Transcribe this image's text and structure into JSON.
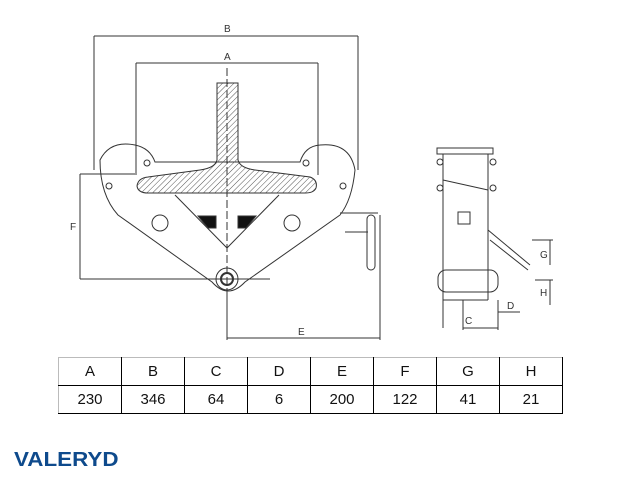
{
  "drawing": {
    "labels": {
      "A": "A",
      "B": "B",
      "C": "C",
      "D": "D",
      "E": "E",
      "F": "F",
      "G": "G",
      "H": "H"
    }
  },
  "table": {
    "headers": [
      "A",
      "B",
      "C",
      "D",
      "E",
      "F",
      "G",
      "H"
    ],
    "values": [
      "230",
      "346",
      "64",
      "6",
      "200",
      "122",
      "41",
      "21"
    ]
  },
  "logo": {
    "text": "VALERYD",
    "color": "#0e4a8c"
  }
}
